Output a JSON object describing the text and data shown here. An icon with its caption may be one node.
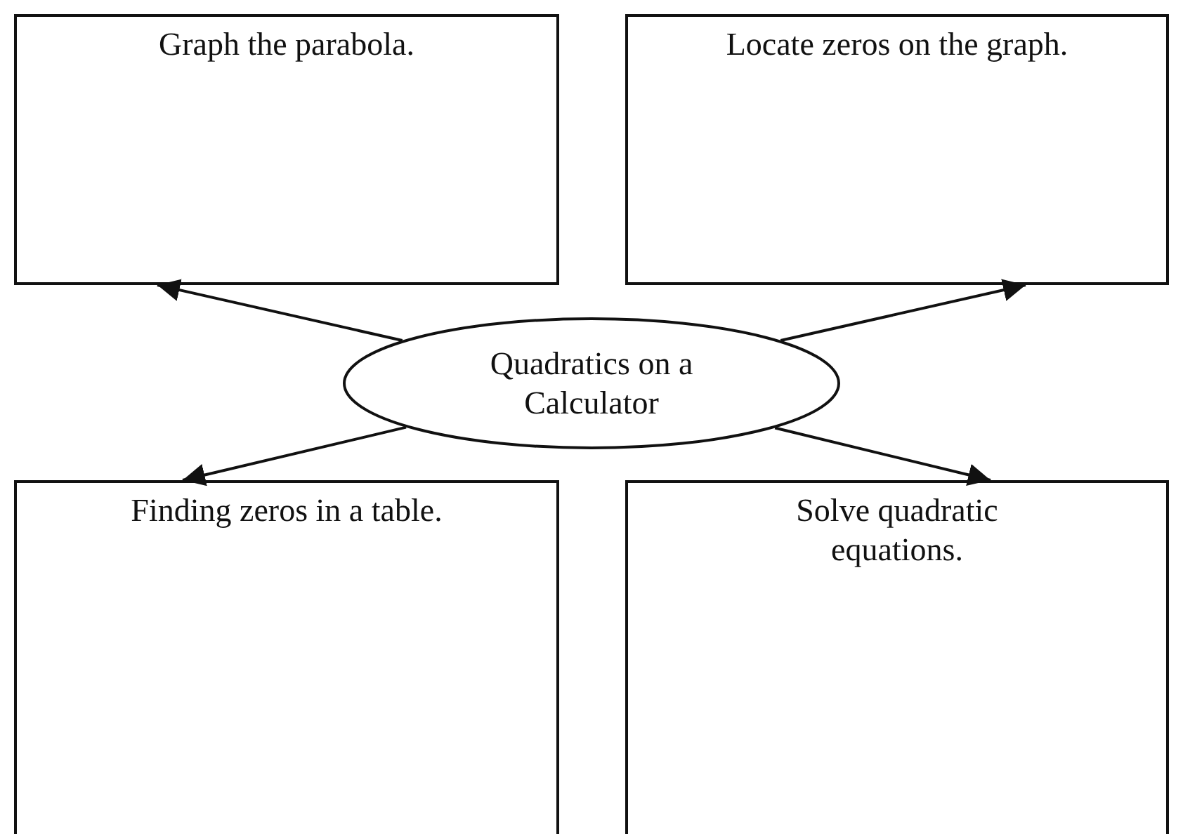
{
  "diagram": {
    "nodes": [
      {
        "text": [
          "Graph the parabola."
        ]
      },
      {
        "text": [
          "Locate zeros on the graph."
        ]
      },
      {
        "text": [
          "Quadratics on a Calculator"
        ]
      },
      {
        "text": [
          "Finding zeros in a table."
        ]
      },
      {
        "text": [
          "Solve quadratic equations."
        ]
      }
    ],
    "edges": [
      {
        "from": 2,
        "to": 0,
        "arrow": "to"
      },
      {
        "from": 2,
        "to": 1,
        "arrow": "to"
      },
      {
        "from": 2,
        "to": 3,
        "arrow": "to"
      },
      {
        "from": 2,
        "to": 4,
        "arrow": "to"
      }
    ]
  }
}
